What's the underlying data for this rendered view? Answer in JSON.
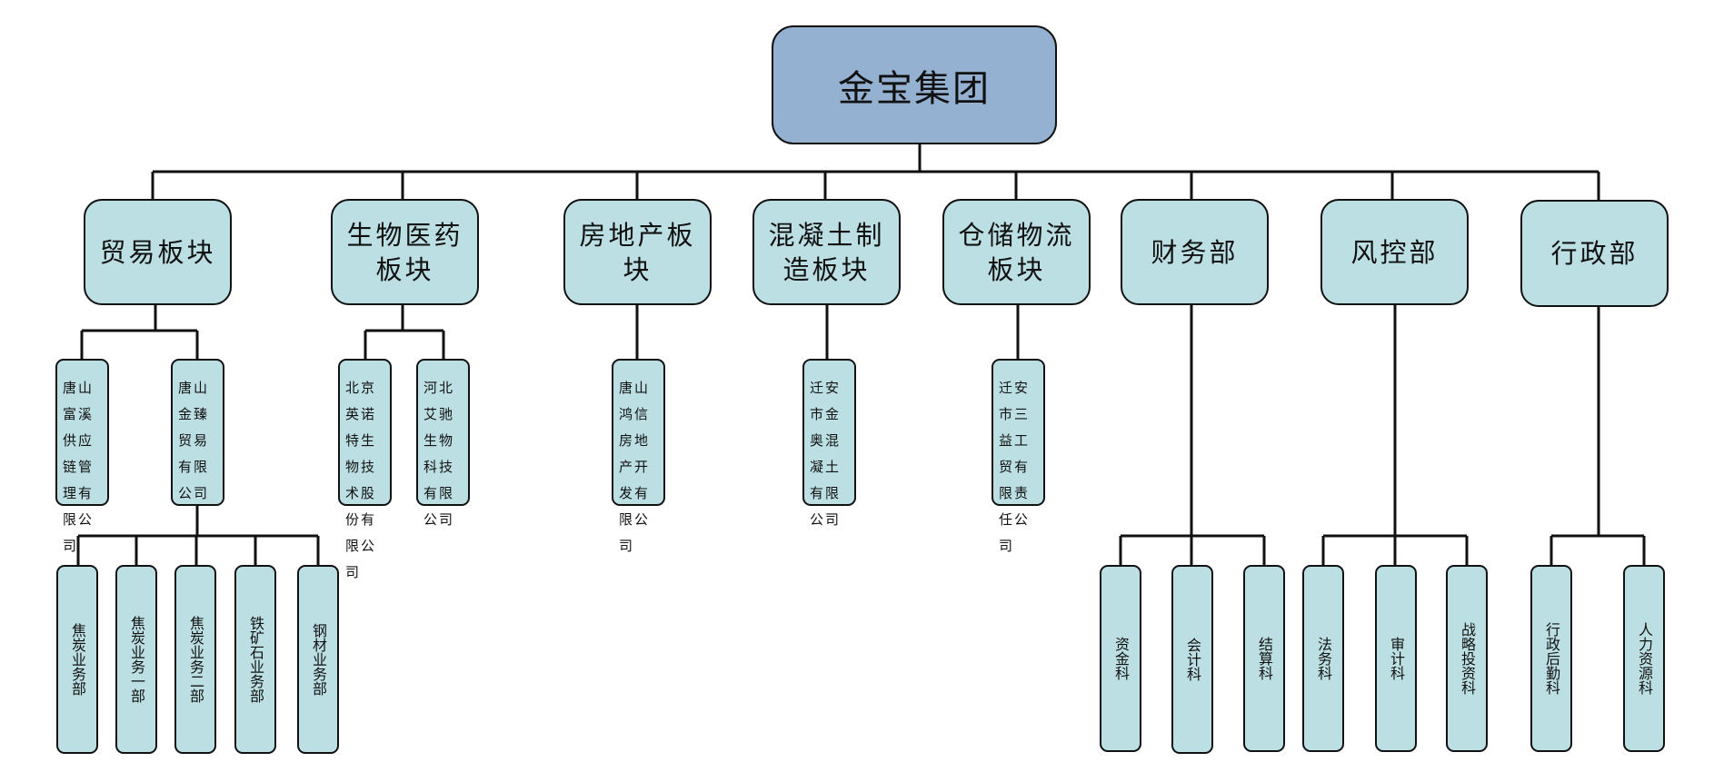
{
  "root": "金宝集团",
  "segments": [
    {
      "label": "贸易板块"
    },
    {
      "label": "生物医药板块"
    },
    {
      "label": "房地产板块"
    },
    {
      "label": "混凝土制造板块"
    },
    {
      "label": "仓储物流板块"
    },
    {
      "label": "财务部"
    },
    {
      "label": "风控部"
    },
    {
      "label": "行政部"
    }
  ],
  "companies": {
    "trade": [
      "唐山富溪供应链管理有限公司",
      "唐山金臻贸易有限公司"
    ],
    "biomed": [
      "北京英诺特生物技术股份有限公司",
      "河北艾驰生物科技有限公司"
    ],
    "realestate": [
      "唐山鸿信房地产开发有限公司"
    ],
    "concrete": [
      "迁安市金奥混凝土有限公司"
    ],
    "logistics": [
      "迁安市三益工贸有限责任公司"
    ]
  },
  "trade_departments": [
    "焦炭业务部",
    "焦炭业务一部",
    "焦炭业务二部",
    "铁矿石业务部",
    "钢材业务部"
  ],
  "finance_sections": [
    "资金科",
    "会计科",
    "结算科"
  ],
  "risk_sections": [
    "法务科",
    "审计科",
    "战略投资科"
  ],
  "admin_sections": [
    "行政后勤科",
    "人力资源科"
  ]
}
